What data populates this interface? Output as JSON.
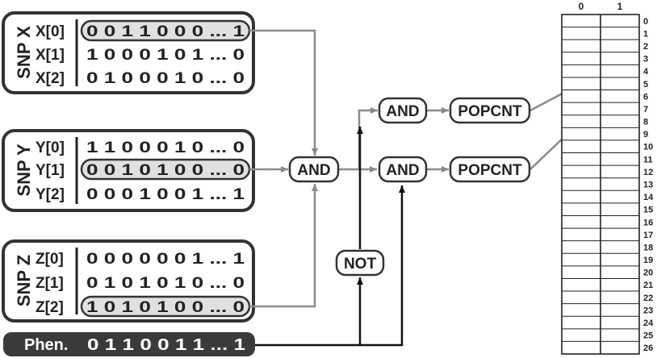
{
  "snp_x": {
    "title": "SNP X",
    "rows": [
      {
        "name": "X[0]",
        "bits": "0 0 1 1 0 0 0 ... 1"
      },
      {
        "name": "X[1]",
        "bits": "1 0 0 0 1 0 1 ... 0"
      },
      {
        "name": "X[2]",
        "bits": "0 1 0 0 0 1 0 ... 0"
      }
    ]
  },
  "snp_y": {
    "title": "SNP Y",
    "rows": [
      {
        "name": "Y[0]",
        "bits": "1 1 0 0 0 1 0 ... 0"
      },
      {
        "name": "Y[1]",
        "bits": "0 0 1 0 1 0 0 ... 0"
      },
      {
        "name": "Y[2]",
        "bits": "0 0 0 1 0 0 1 ... 1"
      }
    ]
  },
  "snp_z": {
    "title": "SNP Z",
    "rows": [
      {
        "name": "Z[0]",
        "bits": "0 0 0 0 0 0 1 ... 1"
      },
      {
        "name": "Z[1]",
        "bits": "0 1 0 1 0 1 0 ... 0"
      },
      {
        "name": "Z[2]",
        "bits": "1 0 1 0 1 0 0 ... 0"
      }
    ]
  },
  "phenotype": {
    "label": "Phen.",
    "bits": "0 1 1 0 0 1 1 ... 1"
  },
  "gates": {
    "and_main": "AND",
    "and_top": "AND",
    "and_bottom": "AND",
    "not": "NOT",
    "popcnt_top": "POPCNT",
    "popcnt_bottom": "POPCNT"
  },
  "table": {
    "col_headers": [
      "0",
      "1"
    ],
    "row_labels": [
      "0",
      "1",
      "2",
      "3",
      "4",
      "5",
      "6",
      "7",
      "8",
      "9",
      "10",
      "11",
      "12",
      "13",
      "14",
      "15",
      "16",
      "17",
      "18",
      "19",
      "20",
      "21",
      "22",
      "23",
      "24",
      "25",
      "26"
    ]
  },
  "colors": {
    "box_border": "#333333",
    "highlight_fill": "#e0e0e0",
    "connector": "#8a8a8a",
    "black_line": "#111111",
    "phen_bg": "#3a3a3a"
  }
}
